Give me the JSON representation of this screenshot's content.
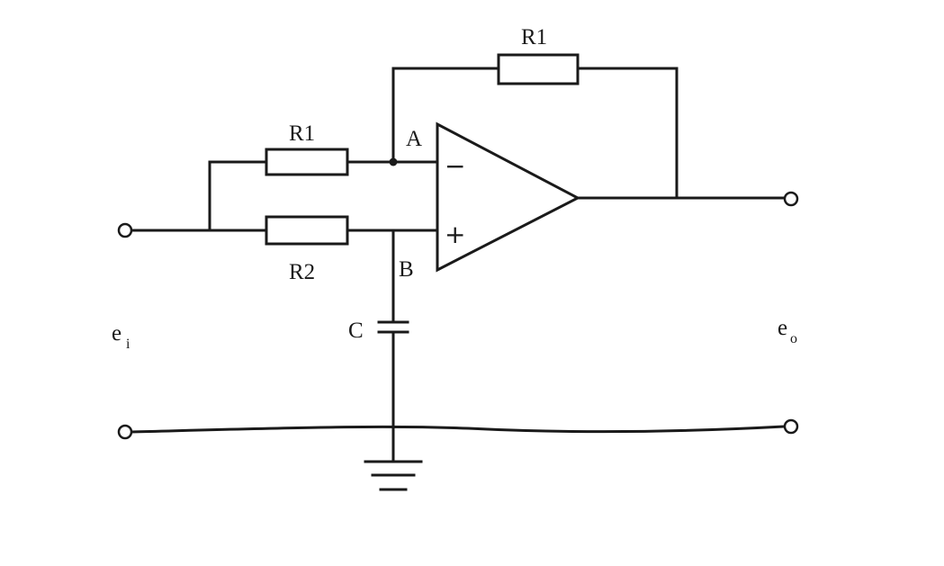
{
  "labels": {
    "r1_top": "R1",
    "r1_input": "R1",
    "r2": "R2",
    "node_a": "A",
    "node_b": "B",
    "capacitor": "C",
    "input_voltage": "e",
    "input_voltage_sub": "i",
    "output_voltage": "e",
    "output_voltage_sub": "o",
    "inverting_input": "−",
    "noninverting_input": "+"
  }
}
